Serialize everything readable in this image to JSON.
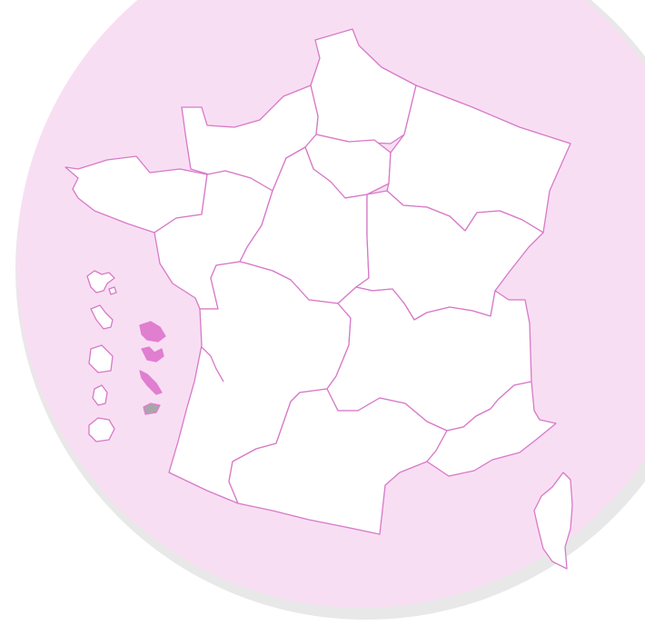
{
  "map": {
    "colors": {
      "background_disc": "#f8def3",
      "disc_shadow": "#e8e8e8",
      "region_fill": "#ffffff",
      "region_stroke": "#d879c8",
      "overseas_highlight": "#e07ed0",
      "overseas_grey": "#a7a7a7"
    },
    "regions": [
      "hauts-de-france",
      "normandie",
      "ile-de-france",
      "grand-est",
      "bretagne",
      "pays-de-la-loire",
      "centre-val-de-loire",
      "bourgogne-franche-comte",
      "nouvelle-aquitaine",
      "auvergne-rhone-alpes",
      "occitanie",
      "provence-alpes-cote-dazur",
      "corse"
    ],
    "overseas": [
      "guadeloupe",
      "martinique",
      "guyane",
      "la-reunion",
      "mayotte"
    ]
  }
}
